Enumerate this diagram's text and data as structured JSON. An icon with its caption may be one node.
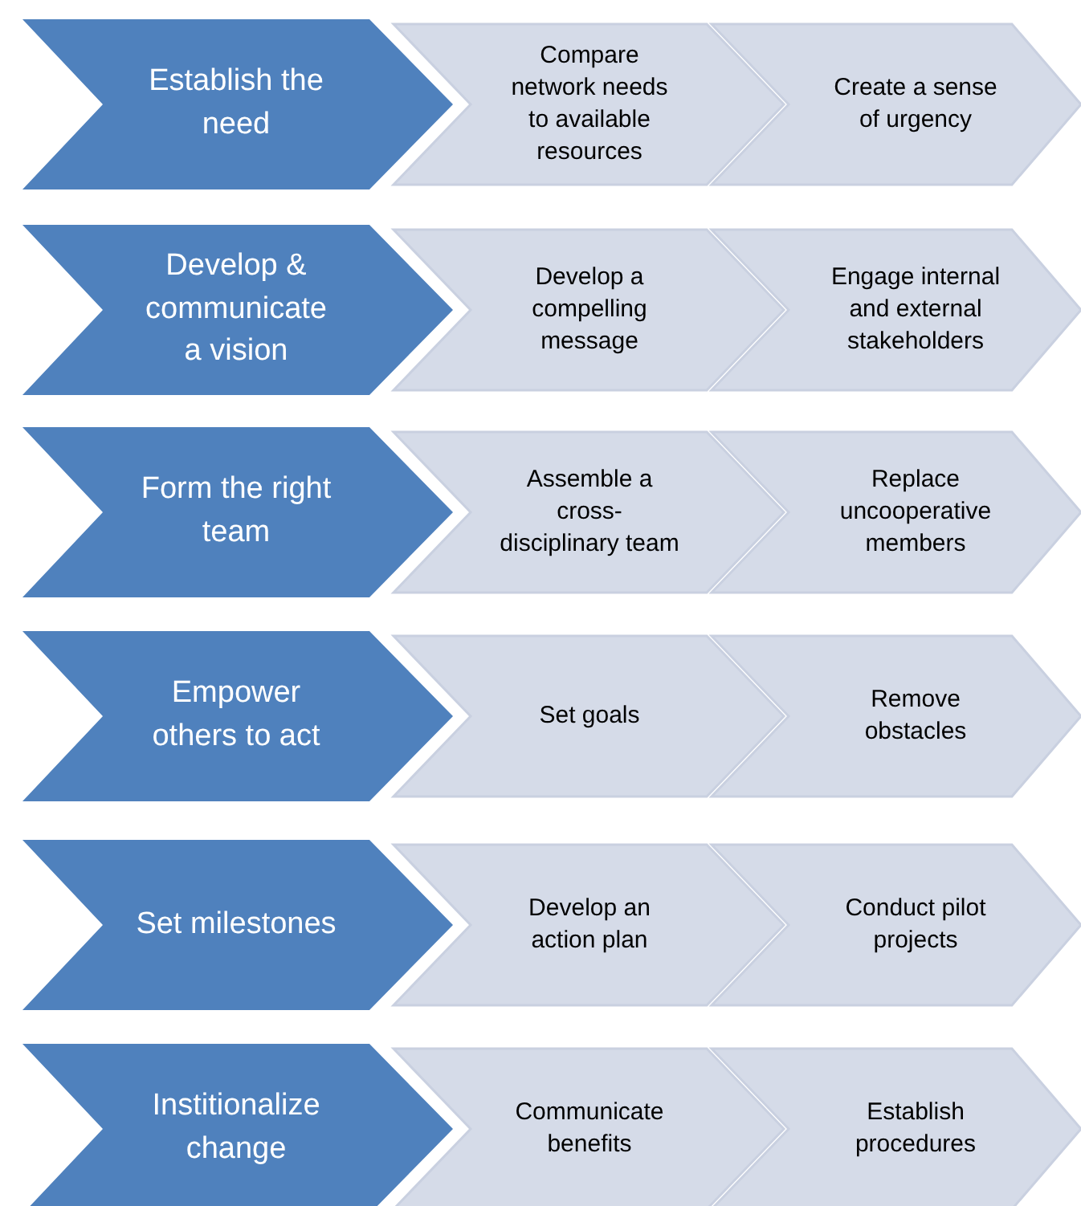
{
  "diagram": {
    "nodes": [
      {
        "text": [
          "Establish the need"
        ]
      },
      {
        "text": [
          "Compare network needs to available resources"
        ]
      },
      {
        "text": [
          "Create a sense of urgency"
        ]
      },
      {
        "text": [
          "Develop & communicate a vision"
        ]
      },
      {
        "text": [
          "Develop a compelling message"
        ]
      },
      {
        "text": [
          "Engage internal and external stakeholders"
        ]
      },
      {
        "text": [
          "Form the right team"
        ]
      },
      {
        "text": [
          "Assemble a cross-disciplinary team"
        ]
      },
      {
        "text": [
          "Replace uncooperative members"
        ]
      },
      {
        "text": [
          "Empower others to act"
        ]
      },
      {
        "text": [
          "Set goals"
        ]
      },
      {
        "text": [
          "Remove obstacles"
        ]
      },
      {
        "text": [
          "Set milestones"
        ]
      },
      {
        "text": [
          "Develop an action plan"
        ]
      },
      {
        "text": [
          "Conduct pilot projects"
        ]
      },
      {
        "text": [
          "Institionalize change"
        ]
      },
      {
        "text": [
          "Communicate benefits"
        ]
      },
      {
        "text": [
          "Establish procedures"
        ]
      }
    ]
  }
}
